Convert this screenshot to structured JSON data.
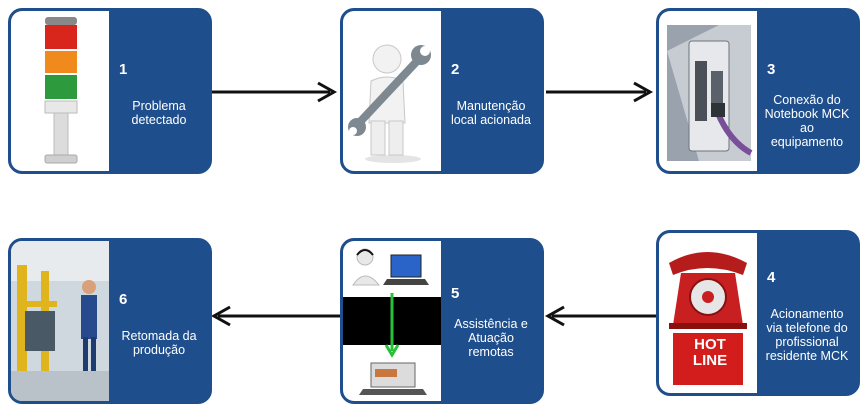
{
  "colors": {
    "card_blue": "#1f4e8c",
    "arrow": "#111111"
  },
  "steps": [
    {
      "number": "1",
      "text": "Problema detectado",
      "icon": "signal-tower-light-icon"
    },
    {
      "number": "2",
      "text": "Manutenção local acionada",
      "icon": "wrench-figure-icon"
    },
    {
      "number": "3",
      "text": "Conexão do Notebook MCK ao equipamento",
      "icon": "equipment-connection-icon"
    },
    {
      "number": "4",
      "text": "Acionamento via telefone do profissional residente MCK",
      "icon": "hotline-telephone-icon",
      "badge": "HOT LINE"
    },
    {
      "number": "5",
      "text": "Assistência e Atuação remotas",
      "icon": "remote-assistance-icon"
    },
    {
      "number": "6",
      "text": "Retomada da produção",
      "icon": "factory-floor-icon"
    }
  ]
}
